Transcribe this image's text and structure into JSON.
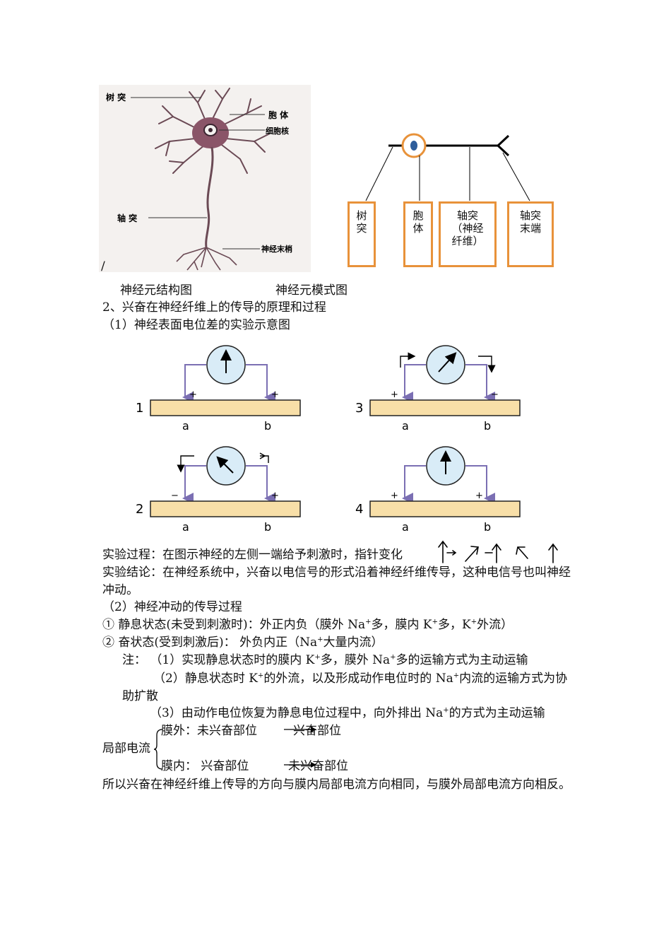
{
  "neuron_image": {
    "label_dendrite": "树 突",
    "label_soma": "胞 体",
    "label_nucleus": "细胞核",
    "label_axon": "轴 突",
    "label_terminal": "神经末梢"
  },
  "model": {
    "box1": [
      "树",
      "突"
    ],
    "box2": [
      "胞",
      "体"
    ],
    "box3": [
      "轴突",
      "（神经",
      "纤维）"
    ],
    "box4": [
      "轴突",
      "末端"
    ]
  },
  "slash": "/",
  "captions": {
    "left": "神经元结构图",
    "right": "神经元模式图"
  },
  "heading2": "2、兴奋在神经纤维上的传导的原理和过程",
  "sub1": "（1）神经表面电位差的实验示意图",
  "experiment": {
    "panels": [
      {
        "num": "1",
        "left_sign": "+",
        "right_sign": "+"
      },
      {
        "num": "2",
        "left_sign": "−",
        "right_sign": "+"
      },
      {
        "num": "3",
        "left_sign": "+",
        "right_sign": "−"
      },
      {
        "num": "4",
        "left_sign": "+",
        "right_sign": "+"
      }
    ],
    "label_a": "a",
    "label_b": "b"
  },
  "process_text": "实验过程：在图示神经的左侧一端给予刺激时，指针变化",
  "conclusion_text": "实验结论：在神经系统中，兴奋以电信号的形式沿着神经纤维传导，这种电信号也叫神经冲动。",
  "sub2": "（2）神经冲动的传导过程",
  "resting": {
    "prefix": "①  静息状态(未受到刺激时)：外正内负（膜外 Na",
    "mid1": "多，膜内 K",
    "mid2": "多，K",
    "end": "外流）"
  },
  "excited": {
    "prefix": "②  奋状态(受到刺激后)：  外负内正（Na",
    "end": "大量内流）"
  },
  "note1": {
    "prefix": "注：  （1）实现静息状态时的膜内 K",
    "mid": "多，膜外 Na",
    "end": "多的运输方式为主动运输"
  },
  "note2": {
    "prefix": "（2）静息状态时 K",
    "mid": "的外流，以及形成动作电位时的 Na",
    "end": "内流的运输方式为协助扩散"
  },
  "note3": {
    "prefix": "（3）由动作电位恢复为静息电位过程中，向外排出 Na",
    "end": "的方式为主动运输"
  },
  "current": {
    "label": "局部电流",
    "outer_label": "膜外：未兴奋部位",
    "outer_target": "兴奋部位",
    "inner_label": "膜内：  兴奋部位",
    "inner_target": "未兴奋部位"
  },
  "final_text": "所以兴奋在神经纤维上传导的方向与膜内局部电流方向相同，与膜外局部电流方向相反。",
  "plus": "+",
  "colors": {
    "orange": "#e8923a",
    "purple": "#7b6fb3",
    "fiber": "#f8dfa8",
    "meter": "#d9ecf7"
  }
}
